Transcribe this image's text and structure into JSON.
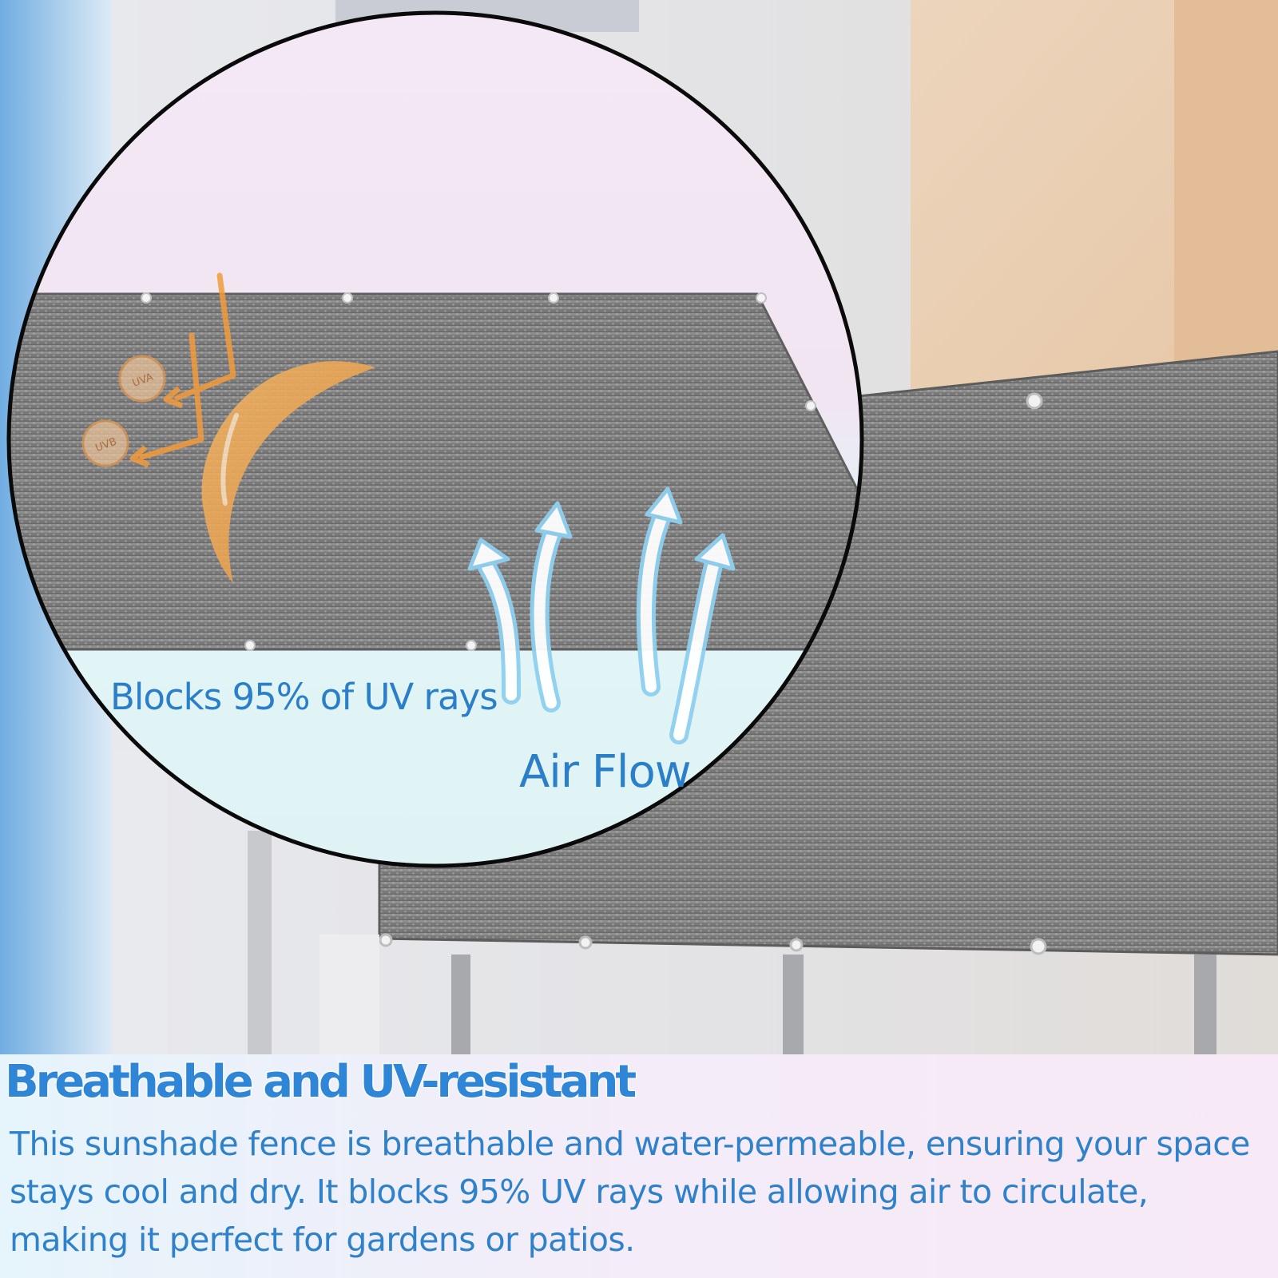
{
  "callouts": {
    "uv_block": "Blocks 95% of UV rays",
    "airflow": "Air Flow"
  },
  "badges": {
    "uva": "UVA",
    "uvb": "UVB"
  },
  "caption": {
    "heading": "Breathable and UV-resistant",
    "body": "This sunshade fence is breathable and water-permeable, ensuring your space stays cool and dry. It blocks 95% UV rays while allowing air to circulate, making it perfect for gardens or patios."
  },
  "colors": {
    "accent_blue": "#2f86d6",
    "text_blue": "#2a7fc8",
    "fabric_grey": "#7e7e7e",
    "uv_orange": "#f0a14a"
  },
  "icons": {
    "shield": "crescent-shield-icon",
    "rays": "uv-ray-arrows-icon",
    "airflow": "airflow-arrows-icon"
  }
}
